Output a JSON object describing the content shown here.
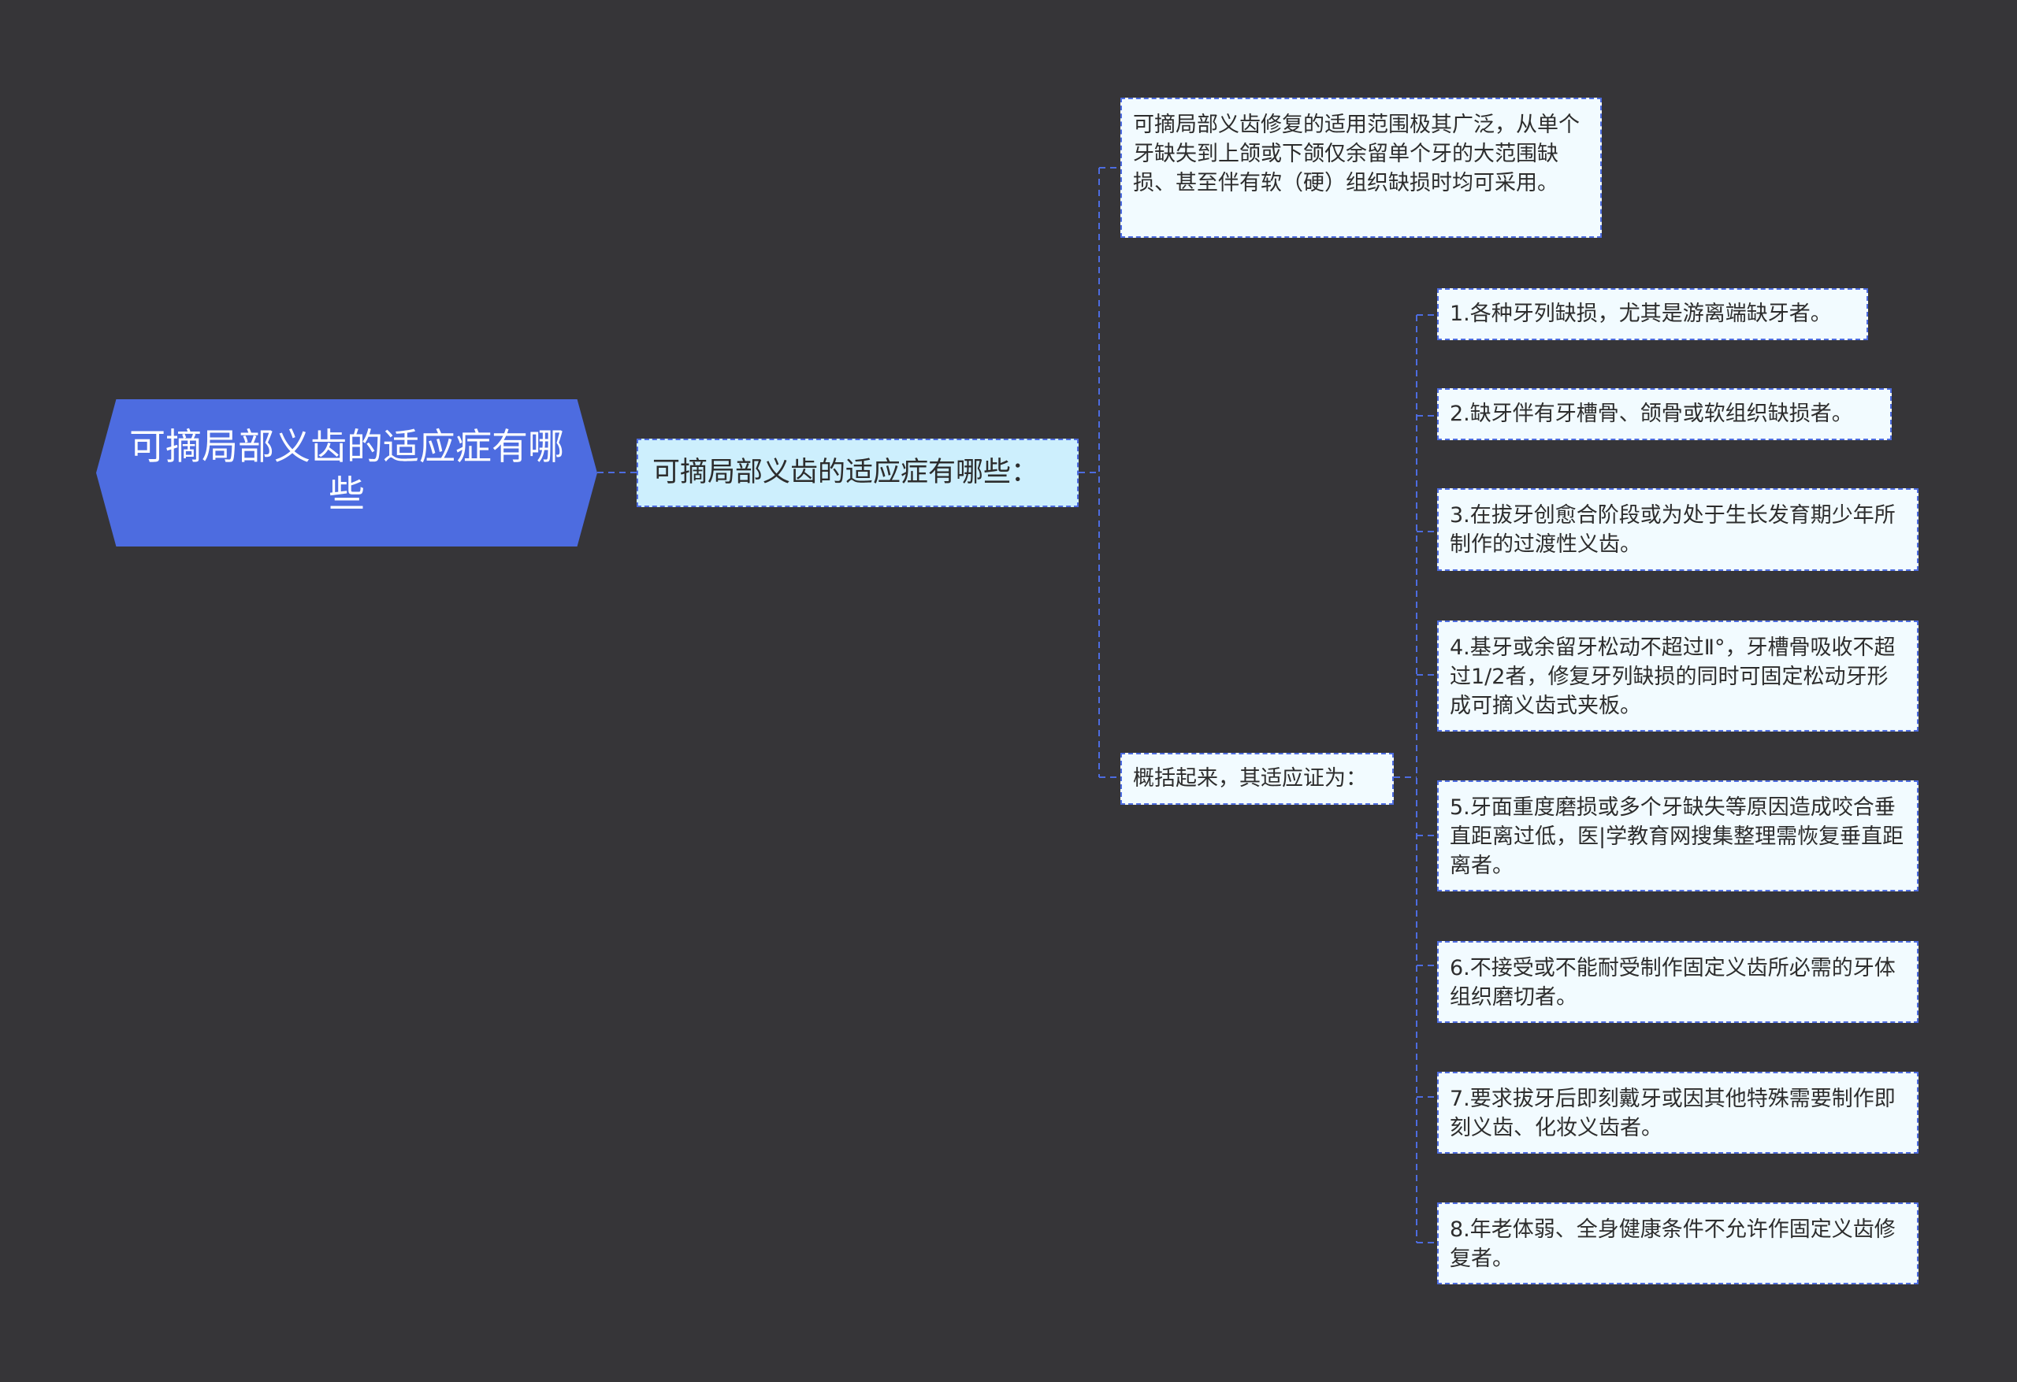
{
  "root": {
    "label": "可摘局部义齿的适应症有哪些"
  },
  "main": {
    "label": "可摘局部义齿的适应症有哪些："
  },
  "scope": {
    "text": "可摘局部义齿修复的适用范围极其广泛，从单个牙缺失到上颌或下颌仅余留单个牙的大范围缺损、甚至伴有软（硬）组织缺损时均可采用。"
  },
  "summary": {
    "label": "概括起来，其适应证为："
  },
  "items": [
    "1.各种牙列缺损，尤其是游离端缺牙者。",
    "2.缺牙伴有牙槽骨、颌骨或软组织缺损者。",
    "3.在拔牙创愈合阶段或为处于生长发育期少年所制作的过渡性义齿。",
    "4.基牙或余留牙松动不超过Ⅱ°，牙槽骨吸收不超过1/2者，修复牙列缺损的同时可固定松动牙形成可摘义齿式夹板。",
    "5.牙面重度磨损或多个牙缺失等原因造成咬合垂直距离过低，医|学教育网搜集整理需恢复垂直距离者。",
    "6.不接受或不能耐受制作固定义齿所必需的牙体组织磨切者。",
    "7.要求拔牙后即刻戴牙或因其他特殊需要制作即刻义齿、化妆义齿者。",
    "8.年老体弱、全身健康条件不允许作固定义齿修复者。"
  ],
  "colors": {
    "background": "#363538",
    "root_fill": "#4d6ce0",
    "main_fill": "#cdeffd",
    "leaf_fill": "#f2fbff",
    "connector": "#4d6ce0"
  }
}
